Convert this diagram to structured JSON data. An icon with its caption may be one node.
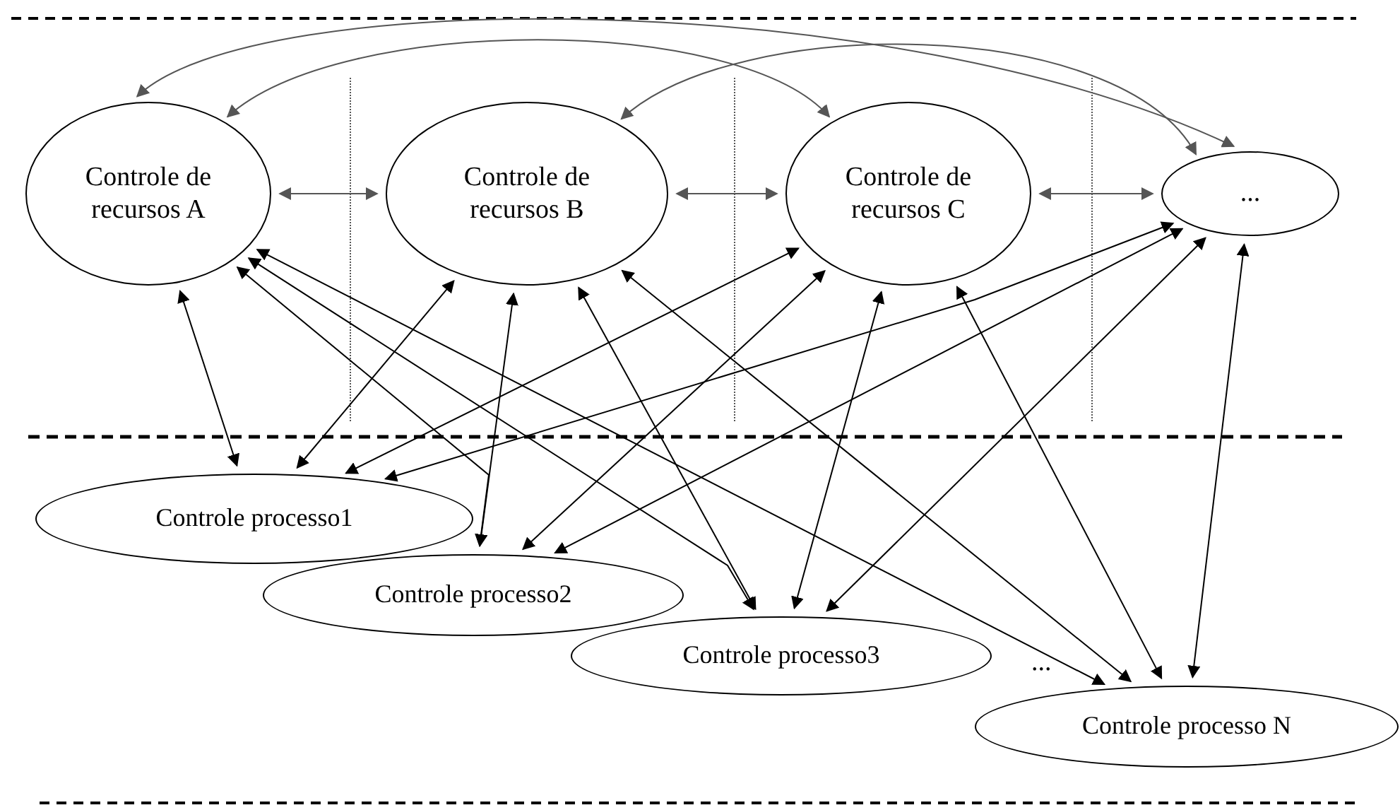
{
  "diagram": {
    "nodes": [
      {
        "text": [
          "Controle de recursos A"
        ]
      },
      {
        "text": [
          "Controle de recursos B"
        ]
      },
      {
        "text": [
          "Controle de recursos C"
        ]
      },
      {
        "text": [
          "..."
        ]
      },
      {
        "text": [
          "Controle processo1"
        ]
      },
      {
        "text": [
          "Controle processo2"
        ]
      },
      {
        "text": [
          "Controle processo3"
        ]
      },
      {
        "text": [
          "Controle processo N"
        ]
      }
    ],
    "edges": [
      {
        "from": 0,
        "to": 1,
        "arrow": "both",
        "color": "#555555"
      },
      {
        "from": 1,
        "to": 2,
        "arrow": "both",
        "color": "#555555"
      },
      {
        "from": 2,
        "to": 3,
        "arrow": "both",
        "color": "#555555"
      },
      {
        "from": 0,
        "to": 3,
        "arrow": "both",
        "color": "#555555"
      },
      {
        "from": 0,
        "to": 2,
        "arrow": "both",
        "color": "#555555"
      },
      {
        "from": 1,
        "to": 3,
        "arrow": "both",
        "color": "#555555"
      },
      {
        "from": 0,
        "to": 4,
        "arrow": "both"
      },
      {
        "from": 0,
        "to": 5,
        "arrow": "both"
      },
      {
        "from": 0,
        "to": 6,
        "arrow": "both"
      },
      {
        "from": 0,
        "to": 7,
        "arrow": "both"
      },
      {
        "from": 1,
        "to": 4,
        "arrow": "both"
      },
      {
        "from": 1,
        "to": 5,
        "arrow": "both"
      },
      {
        "from": 1,
        "to": 6,
        "arrow": "both"
      },
      {
        "from": 1,
        "to": 7,
        "arrow": "both"
      },
      {
        "from": 2,
        "to": 4,
        "arrow": "both"
      },
      {
        "from": 2,
        "to": 5,
        "arrow": "both"
      },
      {
        "from": 2,
        "to": 6,
        "arrow": "both"
      },
      {
        "from": 2,
        "to": 7,
        "arrow": "both"
      },
      {
        "from": 3,
        "to": 4,
        "arrow": "both"
      },
      {
        "from": 3,
        "to": 5,
        "arrow": "both"
      },
      {
        "from": 3,
        "to": 6,
        "arrow": "both"
      },
      {
        "from": 3,
        "to": 7,
        "arrow": "both"
      }
    ],
    "labels": [
      "..."
    ]
  }
}
